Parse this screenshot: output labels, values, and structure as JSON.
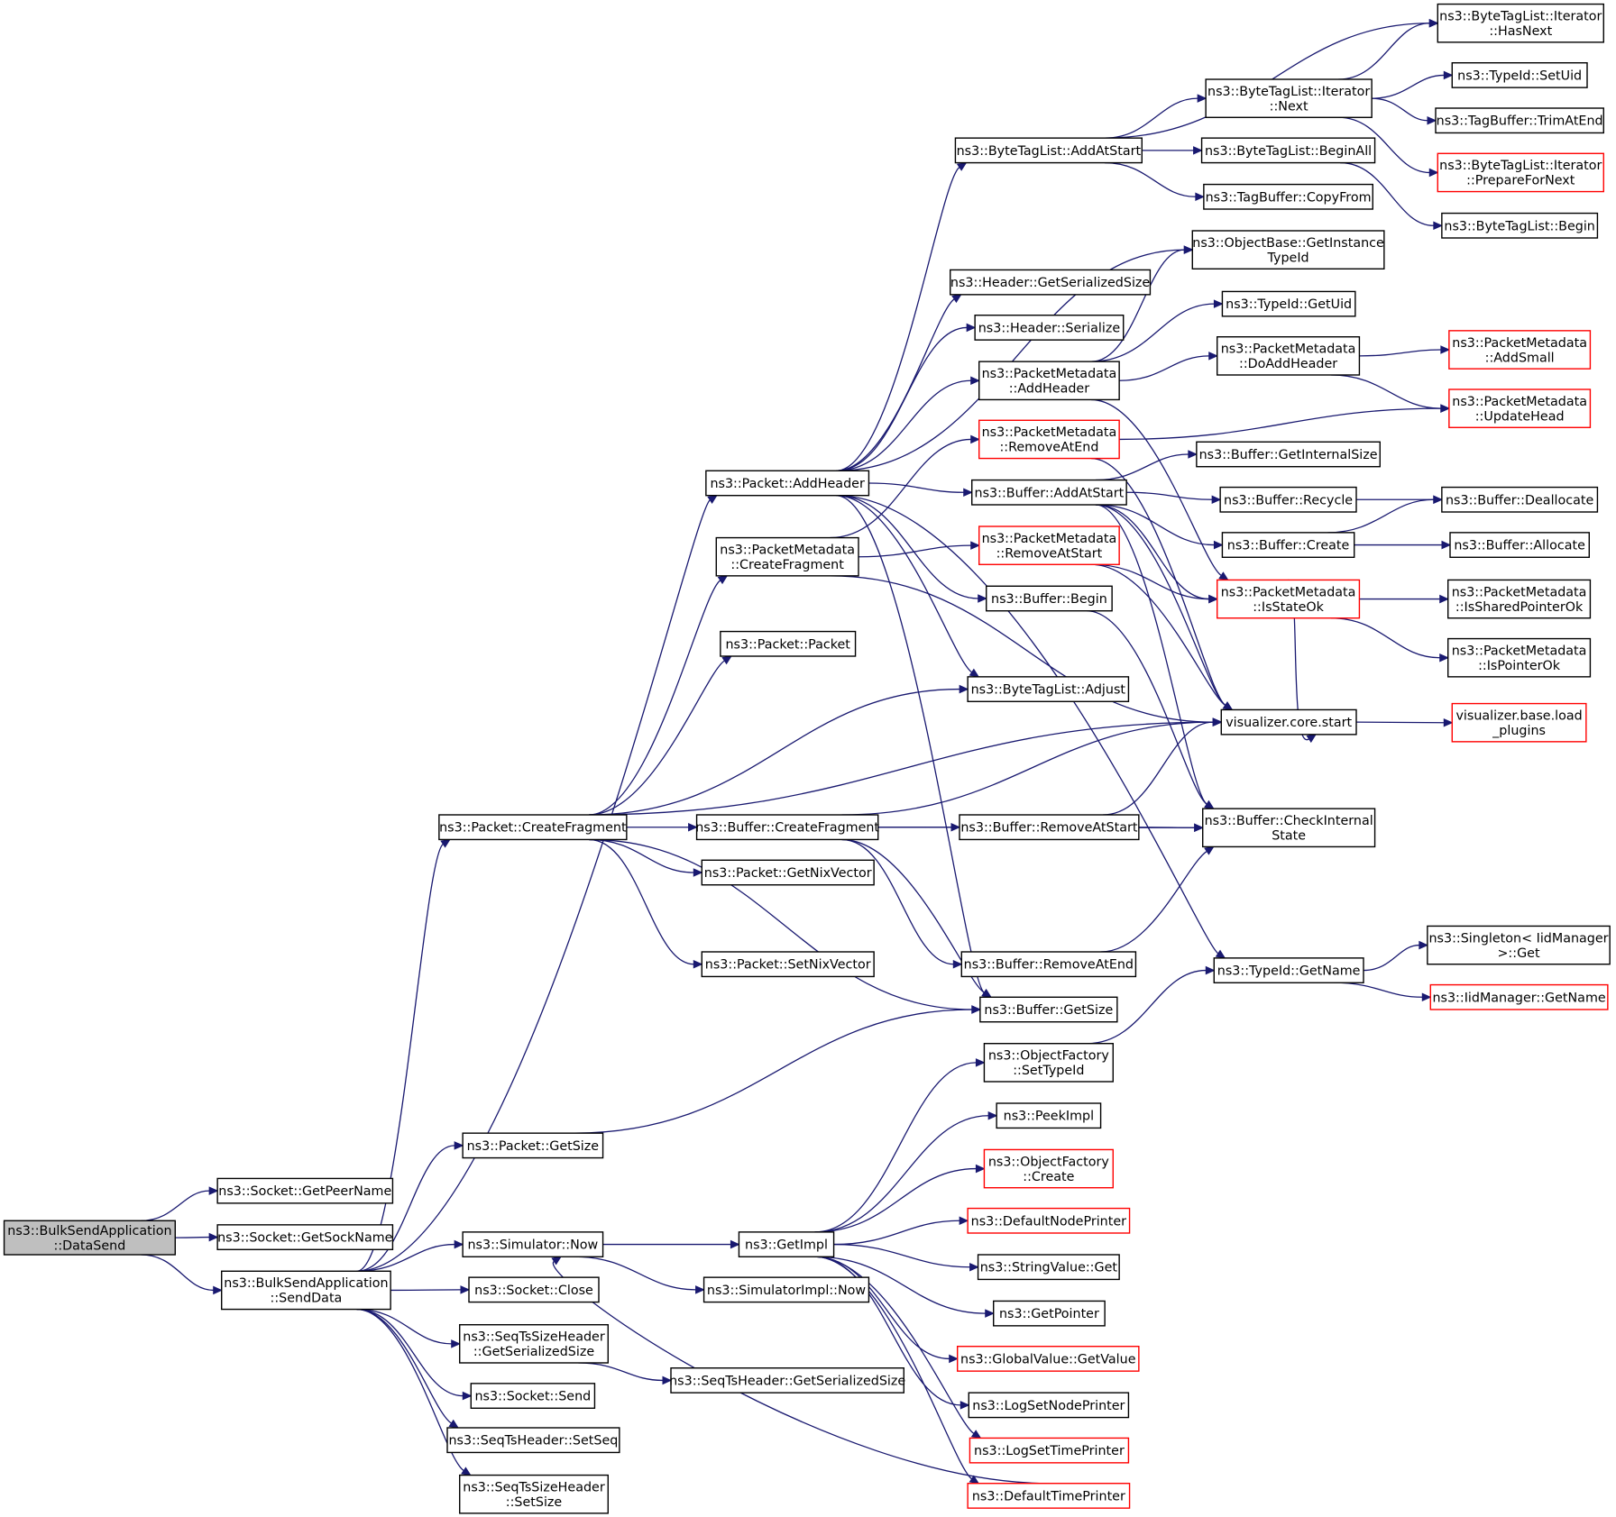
{
  "nodes": [
    {
      "id": "root",
      "lines": [
        "ns3::BulkSendApplication",
        "::DataSend"
      ],
      "border": "gray"
    },
    {
      "id": "getpeername",
      "lines": [
        "ns3::Socket::GetPeerName"
      ],
      "border": "black"
    },
    {
      "id": "getsockname",
      "lines": [
        "ns3::Socket::GetSockName"
      ],
      "border": "black"
    },
    {
      "id": "senddata",
      "lines": [
        "ns3::BulkSendApplication",
        "::SendData"
      ],
      "border": "black"
    },
    {
      "id": "addheader",
      "lines": [
        "ns3::Packet::AddHeader"
      ],
      "border": "black"
    },
    {
      "id": "createfragment",
      "lines": [
        "ns3::Packet::CreateFragment"
      ],
      "border": "black"
    },
    {
      "id": "pktgetsize",
      "lines": [
        "ns3::Packet::GetSize"
      ],
      "border": "black"
    },
    {
      "id": "simnow",
      "lines": [
        "ns3::Simulator::Now"
      ],
      "border": "black"
    },
    {
      "id": "sockclose",
      "lines": [
        "ns3::Socket::Close"
      ],
      "border": "black"
    },
    {
      "id": "seqtssizegss",
      "lines": [
        "ns3::SeqTsSizeHeader",
        "::GetSerializedSize"
      ],
      "border": "black"
    },
    {
      "id": "socksend",
      "lines": [
        "ns3::Socket::Send"
      ],
      "border": "black"
    },
    {
      "id": "setseq",
      "lines": [
        "ns3::SeqTsHeader::SetSeq"
      ],
      "border": "black"
    },
    {
      "id": "setsize",
      "lines": [
        "ns3::SeqTsSizeHeader",
        "::SetSize"
      ],
      "border": "black"
    },
    {
      "id": "btladdatstart",
      "lines": [
        "ns3::ByteTagList::AddAtStart"
      ],
      "border": "black"
    },
    {
      "id": "getinstancetypeid",
      "lines": [
        "ns3::ObjectBase::GetInstance",
        "TypeId"
      ],
      "border": "black"
    },
    {
      "id": "hdrgss",
      "lines": [
        "ns3::Header::GetSerializedSize"
      ],
      "border": "black"
    },
    {
      "id": "hdrserialize",
      "lines": [
        "ns3::Header::Serialize"
      ],
      "border": "black"
    },
    {
      "id": "pmaddheader",
      "lines": [
        "ns3::PacketMetadata",
        "::AddHeader"
      ],
      "border": "black"
    },
    {
      "id": "pmremoveatend",
      "lines": [
        "ns3::PacketMetadata",
        "::RemoveAtEnd"
      ],
      "border": "red"
    },
    {
      "id": "bufaddatstart",
      "lines": [
        "ns3::Buffer::AddAtStart"
      ],
      "border": "black"
    },
    {
      "id": "pmcreatefragment",
      "lines": [
        "ns3::PacketMetadata",
        "::CreateFragment"
      ],
      "border": "black"
    },
    {
      "id": "pmremoveatstart",
      "lines": [
        "ns3::PacketMetadata",
        "::RemoveAtStart"
      ],
      "border": "red"
    },
    {
      "id": "bufbegin",
      "lines": [
        "ns3::Buffer::Begin"
      ],
      "border": "black"
    },
    {
      "id": "pktpacket",
      "lines": [
        "ns3::Packet::Packet"
      ],
      "border": "black"
    },
    {
      "id": "btladjust",
      "lines": [
        "ns3::ByteTagList::Adjust"
      ],
      "border": "black"
    },
    {
      "id": "bufcreatefragment",
      "lines": [
        "ns3::Buffer::CreateFragment"
      ],
      "border": "black"
    },
    {
      "id": "getnixvector",
      "lines": [
        "ns3::Packet::GetNixVector"
      ],
      "border": "black"
    },
    {
      "id": "setnixvector",
      "lines": [
        "ns3::Packet::SetNixVector"
      ],
      "border": "black"
    },
    {
      "id": "bufremoveatstart",
      "lines": [
        "ns3::Buffer::RemoveAtStart"
      ],
      "border": "black"
    },
    {
      "id": "bufremoveatend",
      "lines": [
        "ns3::Buffer::RemoveAtEnd"
      ],
      "border": "black"
    },
    {
      "id": "bufgetsize",
      "lines": [
        "ns3::Buffer::GetSize"
      ],
      "border": "black"
    },
    {
      "id": "ofsettypeid",
      "lines": [
        "ns3::ObjectFactory",
        "::SetTypeId"
      ],
      "border": "black"
    },
    {
      "id": "peekimpl",
      "lines": [
        "ns3::PeekImpl"
      ],
      "border": "black"
    },
    {
      "id": "ofcreate",
      "lines": [
        "ns3::ObjectFactory",
        "::Create"
      ],
      "border": "red"
    },
    {
      "id": "defaultnodeprinter",
      "lines": [
        "ns3::DefaultNodePrinter"
      ],
      "border": "red"
    },
    {
      "id": "stringvalueget",
      "lines": [
        "ns3::StringValue::Get"
      ],
      "border": "black"
    },
    {
      "id": "getpointer",
      "lines": [
        "ns3::GetPointer"
      ],
      "border": "black"
    },
    {
      "id": "globalvalueget",
      "lines": [
        "ns3::GlobalValue::GetValue"
      ],
      "border": "red"
    },
    {
      "id": "logsetnodeprinter",
      "lines": [
        "ns3::LogSetNodePrinter"
      ],
      "border": "black"
    },
    {
      "id": "logsettimeprinter",
      "lines": [
        "ns3::LogSetTimePrinter"
      ],
      "border": "red"
    },
    {
      "id": "defaulttimeprinter",
      "lines": [
        "ns3::DefaultTimePrinter"
      ],
      "border": "red"
    },
    {
      "id": "getimpl",
      "lines": [
        "ns3::GetImpl"
      ],
      "border": "black"
    },
    {
      "id": "simimplnow",
      "lines": [
        "ns3::SimulatorImpl::Now"
      ],
      "border": "black"
    },
    {
      "id": "seqtsgss",
      "lines": [
        "ns3::SeqTsHeader::GetSerializedSize"
      ],
      "border": "black"
    },
    {
      "id": "itnext",
      "lines": [
        "ns3::ByteTagList::Iterator",
        "::Next"
      ],
      "border": "black"
    },
    {
      "id": "btlbeginall",
      "lines": [
        "ns3::ByteTagList::BeginAll"
      ],
      "border": "black"
    },
    {
      "id": "tbcopyfrom",
      "lines": [
        "ns3::TagBuffer::CopyFrom"
      ],
      "border": "black"
    },
    {
      "id": "ithasnext",
      "lines": [
        "ns3::ByteTagList::Iterator",
        "::HasNext"
      ],
      "border": "black"
    },
    {
      "id": "typeidsetuid",
      "lines": [
        "ns3::TypeId::SetUid"
      ],
      "border": "black"
    },
    {
      "id": "tbtrimatend",
      "lines": [
        "ns3::TagBuffer::TrimAtEnd"
      ],
      "border": "black"
    },
    {
      "id": "itprepare",
      "lines": [
        "ns3::ByteTagList::Iterator",
        "::PrepareForNext"
      ],
      "border": "red"
    },
    {
      "id": "btlbegin",
      "lines": [
        "ns3::ByteTagList::Begin"
      ],
      "border": "black"
    },
    {
      "id": "typeidgetuid",
      "lines": [
        "ns3::TypeId::GetUid"
      ],
      "border": "black"
    },
    {
      "id": "pmdoaddheader",
      "lines": [
        "ns3::PacketMetadata",
        "::DoAddHeader"
      ],
      "border": "black"
    },
    {
      "id": "pmaddsmall",
      "lines": [
        "ns3::PacketMetadata",
        "::AddSmall"
      ],
      "border": "red"
    },
    {
      "id": "pmupdatehead",
      "lines": [
        "ns3::PacketMetadata",
        "::UpdateHead"
      ],
      "border": "red"
    },
    {
      "id": "bufgetinternalsize",
      "lines": [
        "ns3::Buffer::GetInternalSize"
      ],
      "border": "black"
    },
    {
      "id": "bufrecycle",
      "lines": [
        "ns3::Buffer::Recycle"
      ],
      "border": "black"
    },
    {
      "id": "bufcreate",
      "lines": [
        "ns3::Buffer::Create"
      ],
      "border": "black"
    },
    {
      "id": "pmisstateok",
      "lines": [
        "ns3::PacketMetadata",
        "::IsStateOk"
      ],
      "border": "red"
    },
    {
      "id": "vizcorestart",
      "lines": [
        "visualizer.core.start"
      ],
      "border": "black"
    },
    {
      "id": "bufcheckinternalstate",
      "lines": [
        "ns3::Buffer::CheckInternal",
        "State"
      ],
      "border": "black"
    },
    {
      "id": "typeidgetname",
      "lines": [
        "ns3::TypeId::GetName"
      ],
      "border": "black"
    },
    {
      "id": "bufdeallocate",
      "lines": [
        "ns3::Buffer::Deallocate"
      ],
      "border": "black"
    },
    {
      "id": "bufallocate",
      "lines": [
        "ns3::Buffer::Allocate"
      ],
      "border": "black"
    },
    {
      "id": "pmissharedpointerok",
      "lines": [
        "ns3::PacketMetadata",
        "::IsSharedPointerOk"
      ],
      "border": "black"
    },
    {
      "id": "pmispointerok",
      "lines": [
        "ns3::PacketMetadata",
        "::IsPointerOk"
      ],
      "border": "black"
    },
    {
      "id": "vizbaseloadplugins",
      "lines": [
        "visualizer.base.load",
        "_plugins"
      ],
      "border": "red"
    },
    {
      "id": "singletonget",
      "lines": [
        "ns3::Singleton< IidManager",
        ">::Get"
      ],
      "border": "black"
    },
    {
      "id": "iidgetname",
      "lines": [
        "ns3::IidManager::GetName"
      ],
      "border": "red"
    }
  ],
  "edges": [
    [
      "root",
      "getpeername"
    ],
    [
      "root",
      "getsockname"
    ],
    [
      "root",
      "senddata"
    ],
    [
      "senddata",
      "addheader"
    ],
    [
      "senddata",
      "createfragment"
    ],
    [
      "senddata",
      "pktgetsize"
    ],
    [
      "senddata",
      "simnow"
    ],
    [
      "senddata",
      "sockclose"
    ],
    [
      "senddata",
      "seqtssizegss"
    ],
    [
      "senddata",
      "socksend"
    ],
    [
      "senddata",
      "setseq"
    ],
    [
      "senddata",
      "setsize"
    ],
    [
      "addheader",
      "btladdatstart"
    ],
    [
      "addheader",
      "getinstancetypeid"
    ],
    [
      "addheader",
      "hdrgss"
    ],
    [
      "addheader",
      "hdrserialize"
    ],
    [
      "addheader",
      "pmaddheader"
    ],
    [
      "addheader",
      "bufaddatstart"
    ],
    [
      "addheader",
      "bufbegin"
    ],
    [
      "addheader",
      "btladjust"
    ],
    [
      "addheader",
      "typeidgetname"
    ],
    [
      "addheader",
      "bufgetsize"
    ],
    [
      "createfragment",
      "pmcreatefragment"
    ],
    [
      "createfragment",
      "pktpacket"
    ],
    [
      "createfragment",
      "btladjust"
    ],
    [
      "createfragment",
      "vizcorestart"
    ],
    [
      "createfragment",
      "bufcreatefragment"
    ],
    [
      "createfragment",
      "getnixvector"
    ],
    [
      "createfragment",
      "setnixvector"
    ],
    [
      "createfragment",
      "bufgetsize"
    ],
    [
      "pktgetsize",
      "bufgetsize"
    ],
    [
      "simnow",
      "getimpl"
    ],
    [
      "simnow",
      "simimplnow"
    ],
    [
      "seqtssizegss",
      "seqtsgss"
    ],
    [
      "getimpl",
      "ofsettypeid"
    ],
    [
      "getimpl",
      "peekimpl"
    ],
    [
      "getimpl",
      "ofcreate"
    ],
    [
      "getimpl",
      "defaultnodeprinter"
    ],
    [
      "getimpl",
      "stringvalueget"
    ],
    [
      "getimpl",
      "getpointer"
    ],
    [
      "getimpl",
      "globalvalueget"
    ],
    [
      "getimpl",
      "logsetnodeprinter"
    ],
    [
      "getimpl",
      "logsettimeprinter"
    ],
    [
      "getimpl",
      "defaulttimeprinter"
    ],
    [
      "defaulttimeprinter",
      "simnow"
    ],
    [
      "ofsettypeid",
      "typeidgetname"
    ],
    [
      "pmcreatefragment",
      "pmremoveatend"
    ],
    [
      "pmcreatefragment",
      "pmremoveatstart"
    ],
    [
      "pmcreatefragment",
      "vizcorestart"
    ],
    [
      "bufcreatefragment",
      "bufremoveatstart"
    ],
    [
      "bufcreatefragment",
      "bufcheckinternalstate"
    ],
    [
      "bufcreatefragment",
      "vizcorestart"
    ],
    [
      "bufcreatefragment",
      "bufremoveatend"
    ],
    [
      "bufcreatefragment",
      "bufgetsize"
    ],
    [
      "bufremoveatstart",
      "bufcheckinternalstate"
    ],
    [
      "bufremoveatstart",
      "vizcorestart"
    ],
    [
      "bufremoveatend",
      "bufcheckinternalstate"
    ],
    [
      "btladdatstart",
      "ithasnext"
    ],
    [
      "btladdatstart",
      "itnext"
    ],
    [
      "btladdatstart",
      "btlbeginall"
    ],
    [
      "btladdatstart",
      "tbcopyfrom"
    ],
    [
      "itnext",
      "ithasnext"
    ],
    [
      "itnext",
      "typeidsetuid"
    ],
    [
      "itnext",
      "tbtrimatend"
    ],
    [
      "itnext",
      "itprepare"
    ],
    [
      "btlbeginall",
      "btlbegin"
    ],
    [
      "pmaddheader",
      "getinstancetypeid"
    ],
    [
      "pmaddheader",
      "typeidgetuid"
    ],
    [
      "pmaddheader",
      "pmdoaddheader"
    ],
    [
      "pmaddheader",
      "pmisstateok"
    ],
    [
      "pmdoaddheader",
      "pmaddsmall"
    ],
    [
      "pmdoaddheader",
      "pmupdatehead"
    ],
    [
      "pmremoveatend",
      "pmupdatehead"
    ],
    [
      "pmremoveatend",
      "vizcorestart"
    ],
    [
      "pmremoveatstart",
      "pmisstateok"
    ],
    [
      "pmremoveatstart",
      "vizcorestart"
    ],
    [
      "bufaddatstart",
      "bufgetinternalsize"
    ],
    [
      "bufaddatstart",
      "bufrecycle"
    ],
    [
      "bufaddatstart",
      "bufcreate"
    ],
    [
      "bufaddatstart",
      "pmisstateok"
    ],
    [
      "bufaddatstart",
      "vizcorestart"
    ],
    [
      "bufaddatstart",
      "bufcheckinternalstate"
    ],
    [
      "bufrecycle",
      "bufdeallocate"
    ],
    [
      "bufcreate",
      "bufdeallocate"
    ],
    [
      "bufcreate",
      "bufallocate"
    ],
    [
      "bufbegin",
      "bufcheckinternalstate"
    ],
    [
      "pmisstateok",
      "pmissharedpointerok"
    ],
    [
      "pmisstateok",
      "pmispointerok"
    ],
    [
      "pmisstateok",
      "vizcorestart"
    ],
    [
      "vizcorestart",
      "vizbaseloadplugins"
    ],
    [
      "typeidgetname",
      "singletonget"
    ],
    [
      "typeidgetname",
      "iidgetname"
    ]
  ],
  "colors": {
    "edge": "#191970",
    "box": "#000000",
    "box_red": "#ff0000",
    "root_fill": "#bfbfbf"
  }
}
